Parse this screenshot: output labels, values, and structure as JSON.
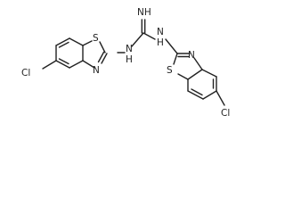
{
  "structure": {
    "labels": {
      "imine": "NH",
      "left_amine": "N",
      "left_amine_h": "H",
      "right_amine": "N",
      "right_amine_h": "H",
      "left_thiazole_s": "S",
      "left_thiazole_n": "N",
      "right_thiazole_s": "S",
      "right_thiazole_n": "N",
      "left_cl": "Cl",
      "right_cl": "Cl"
    }
  }
}
